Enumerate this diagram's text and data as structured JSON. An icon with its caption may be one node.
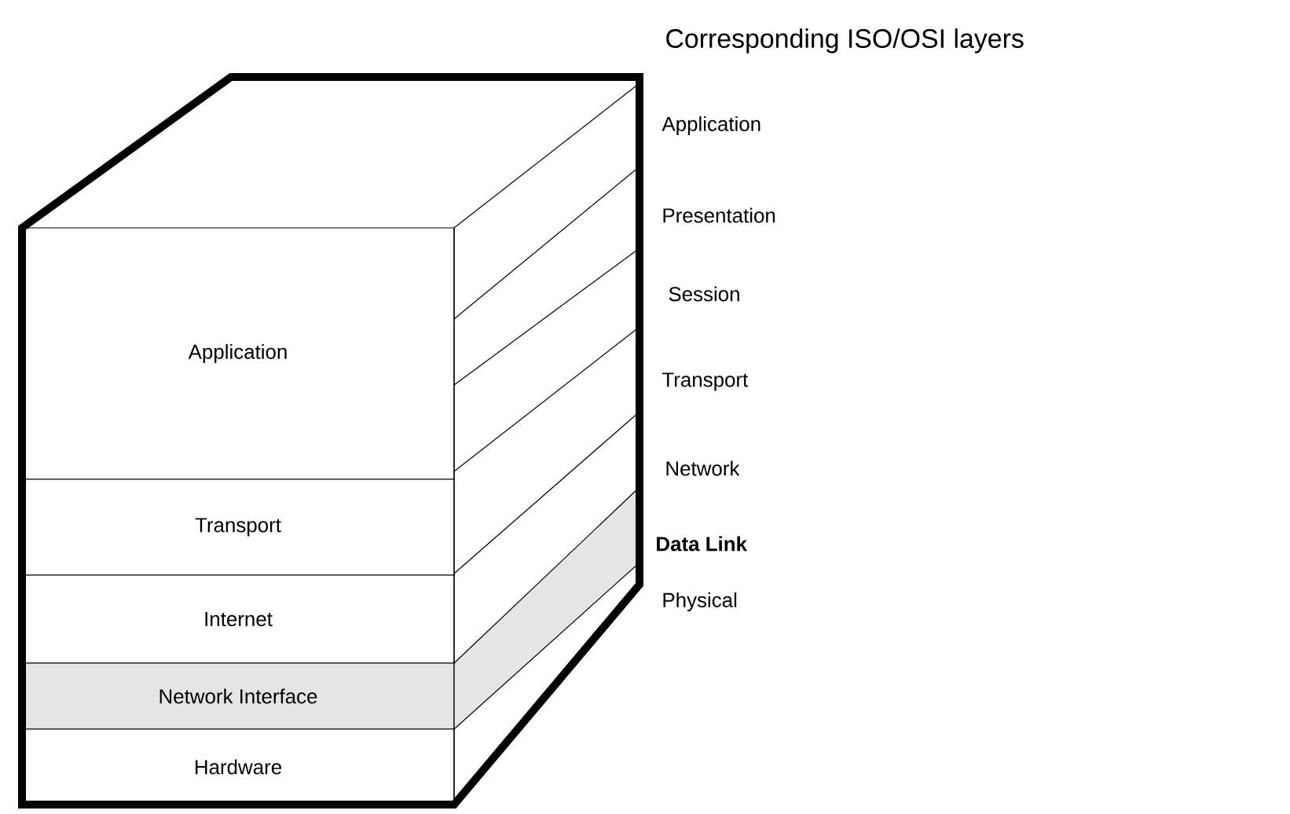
{
  "diagram": {
    "title": "Corresponding ISO/OSI layers",
    "nodes": [
      {
        "text": [
          "Application"
        ]
      },
      {
        "text": [
          "Transport"
        ]
      },
      {
        "text": [
          "Internet"
        ]
      },
      {
        "text": [
          "Network Interface"
        ]
      },
      {
        "text": [
          "Hardware"
        ]
      },
      {
        "text": [],
        "shape": "band"
      }
    ],
    "labels": [
      "Application",
      "Presentation",
      "Session",
      "Transport",
      "Network",
      "Data Link",
      "Physical"
    ]
  }
}
